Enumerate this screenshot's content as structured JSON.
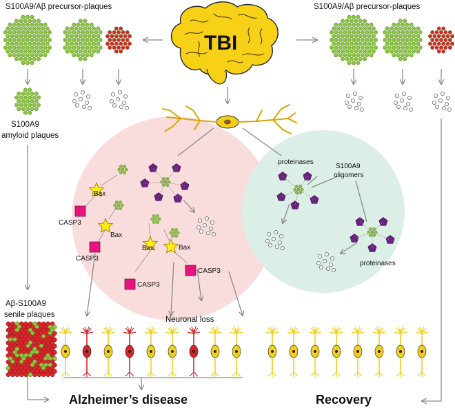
{
  "labels": {
    "tbi": "TBI",
    "precursor_left": "S100A9/Aβ precursor-plaques",
    "precursor_right": "S100A9/Aβ precursor-plaques",
    "amyloid_line1": "S100A9",
    "amyloid_line2": "amyloid plaques",
    "senile_line1": "Aβ-S100A9",
    "senile_line2": "senile plaques",
    "bax": "Bax",
    "casp3": "CASP3",
    "proteinases": "proteinases",
    "oligomers_line1": "S100A9",
    "oligomers_line2": "oligomers",
    "neuronal_loss": "Neuronal loss",
    "alzheimers": "Alzheimer’s disease",
    "recovery": "Recovery"
  },
  "colors": {
    "aggregate_green": "#8cc63f",
    "aggregate_red": "#d9262a",
    "brain_yellow": "#f7d117",
    "bax_star": "#ffe91a",
    "casp3_magenta": "#e6157d",
    "proteinase_purple": "#6b2380",
    "pink_circle": "#f9dcdc",
    "mint_circle": "#dcefe6",
    "neuron_yellow": "#f2cf1b",
    "neuron_red": "#d3252a",
    "arrow_gray": "#8a8a8a"
  },
  "icons": [
    "brain-icon",
    "neuron-icon",
    "bax-star-icon",
    "casp3-square-icon",
    "proteinase-pentagon-icon"
  ]
}
